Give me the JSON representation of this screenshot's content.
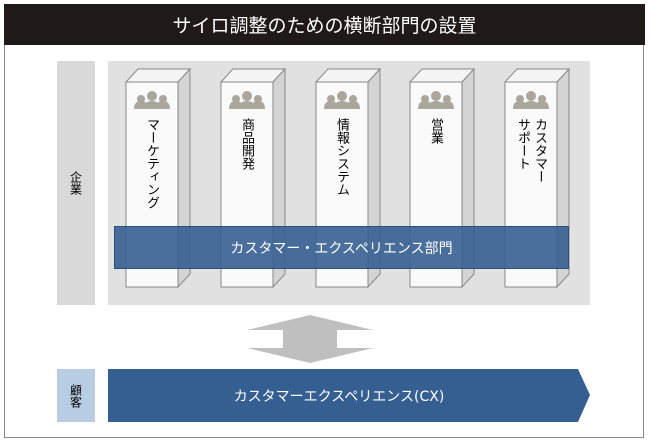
{
  "title": "サイロ調整のための横断部門の設置",
  "company_label": "企業",
  "customer_label": "顧客",
  "departments": [
    {
      "label": "マーケティング",
      "icon": "people-icon"
    },
    {
      "label": "商品開発",
      "icon": "people-icon"
    },
    {
      "label": "情報システム",
      "icon": "people-icon"
    },
    {
      "label": "営業",
      "icon": "people-icon"
    },
    {
      "label": "カスタマー\nサポート",
      "icon": "headset-people-icon"
    }
  ],
  "cross_department": "カスタマー・エクスペリエンス部門",
  "customer_experience": "カスタマーエクスペリエンス(CX)",
  "colors": {
    "title_bg": "#1f1a17",
    "band": "#365f91",
    "customer_box": "#b8cce4",
    "panel": "#e1e1e1",
    "arrow": "#bfbfbf"
  }
}
